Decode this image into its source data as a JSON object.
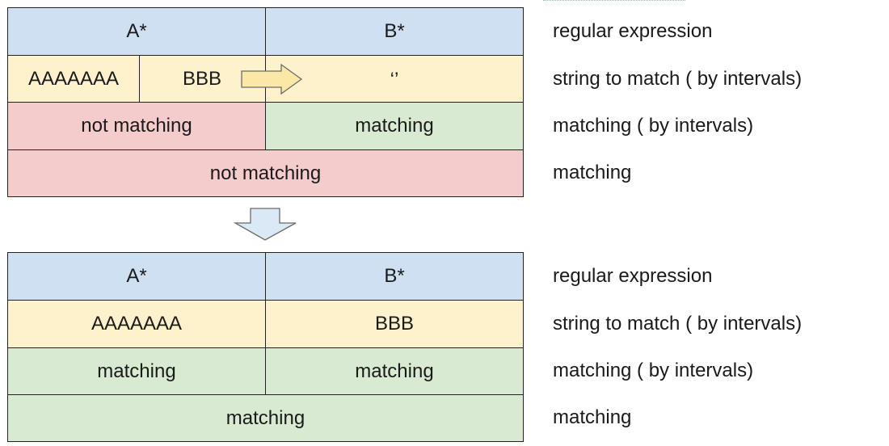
{
  "top": {
    "regex": [
      "A*",
      "B*"
    ],
    "string": [
      "AAAAAAA",
      "BBB",
      "‘’"
    ],
    "match_by_interval": [
      "not matching",
      "matching"
    ],
    "match_overall": "not matching"
  },
  "bottom": {
    "regex": [
      "A*",
      "B*"
    ],
    "string": [
      "AAAAAAA",
      "BBB"
    ],
    "match_by_interval": [
      "matching",
      "matching"
    ],
    "match_overall": "matching"
  },
  "labels": [
    "regular expression",
    "string to match ( by intervals)",
    "matching ( by intervals)",
    "matching"
  ],
  "colors": {
    "regex": "#cfe0f3",
    "string": "#fdf2cc",
    "not_matching": "#f4cccc",
    "matching": "#d9ead3",
    "arrow_fill_right": "#fce8a6",
    "arrow_fill_down": "#dbe8f5"
  },
  "icons": [
    "right-arrow-icon",
    "down-arrow-icon"
  ]
}
